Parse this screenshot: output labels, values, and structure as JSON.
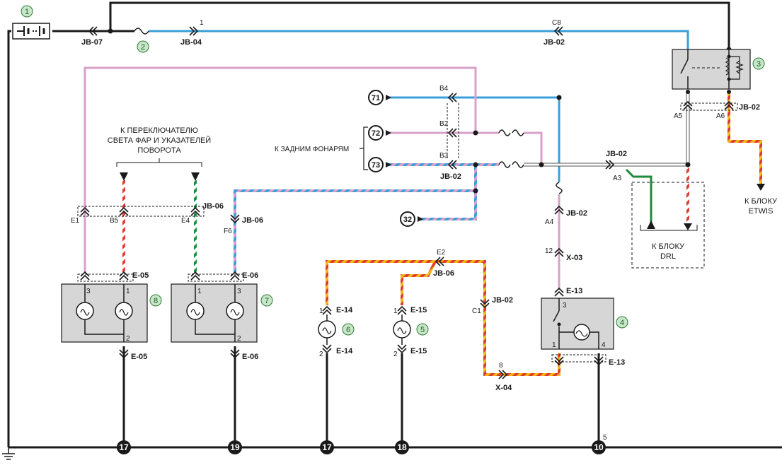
{
  "diagram": {
    "components": [
      {
        "id": "battery",
        "number": "1"
      },
      {
        "id": "fuse",
        "number": "2"
      },
      {
        "id": "relay",
        "number": "3"
      },
      {
        "id": "drl-switch-lamp",
        "number": "4"
      },
      {
        "id": "lamp-e15",
        "number": "5"
      },
      {
        "id": "lamp-e14",
        "number": "6"
      },
      {
        "id": "lamp-e06",
        "number": "7"
      },
      {
        "id": "lamp-e05",
        "number": "8"
      }
    ],
    "connectors": {
      "jb07": "JB-07",
      "jb04": "JB-04",
      "jb04_pin": "1",
      "jb02_c8": "JB-02",
      "c8": "C8",
      "jb02_relay": "JB-02",
      "a5": "A5",
      "a6": "A6",
      "b4": "B4",
      "b2": "B2",
      "b3": "B3",
      "jb02_rear": "JB-02",
      "jb02_a3": "JB-02",
      "a3": "A3",
      "jb02_a4": "JB-02",
      "a4": "A4",
      "x03": "X-03",
      "x03_pin": "12",
      "e13_top": "E-13",
      "e13_pin3": "3",
      "e13_pin1": "1",
      "e13_pin4": "4",
      "e13_bottom": "E-13",
      "x04": "X-04",
      "x04_pin": "8",
      "jb06_left": "JB-06",
      "e1": "E1",
      "b5": "B5",
      "e4": "E4",
      "jb06_f6": "JB-06",
      "f6": "F6",
      "e05_top": "E-05",
      "e05_pin3": "3",
      "e05_pin1": "1",
      "e05_pin2": "2",
      "e05_bottom": "E-05",
      "e06_top": "E-06",
      "e06_pin1": "1",
      "e06_pin3": "3",
      "e06_pin2": "2",
      "e06_bottom": "E-06",
      "e2": "E2",
      "jb06_mid": "JB-06",
      "jb02_c1": "JB-02",
      "c1": "C1",
      "e14_top": "E-14",
      "e14_pin1": "1",
      "e14_pin2": "2",
      "e14_bottom": "E-14",
      "e15_top": "E-15",
      "e15_pin1": "1",
      "e15_pin2": "2",
      "e15_bottom": "E-15",
      "ground_pin": "5"
    },
    "references": {
      "r71": "71",
      "r72": "72",
      "r73": "73",
      "r32": "32"
    },
    "grounds": {
      "g17a": "17",
      "g19": "19",
      "g17b": "17",
      "g18": "18",
      "g10": "10"
    },
    "notes": {
      "headlight_switch": [
        "К ПЕРЕКЛЮЧАТЕЛЮ",
        "СВЕТА ФАР И УКАЗАТЕЛЕЙ",
        "ПОВОРОТА"
      ],
      "rear_lamps": "К ЗАДНИМ ФОНАРЯМ",
      "drl_unit": [
        "К БЛОКУ",
        "DRL"
      ],
      "etwis_unit": [
        "К БЛОКУ",
        "ETWIS"
      ]
    },
    "wire_colors": {
      "black": "#1a1a1a",
      "blue": "#3aa0d8",
      "pink": "#d9a0c8",
      "white": "#ffffff",
      "red": "#e03c2e",
      "yellow": "#f2b718",
      "green": "#1f8a3a",
      "component_fill": "#d6d6d6",
      "badge_green": "#c8e6c9"
    }
  }
}
